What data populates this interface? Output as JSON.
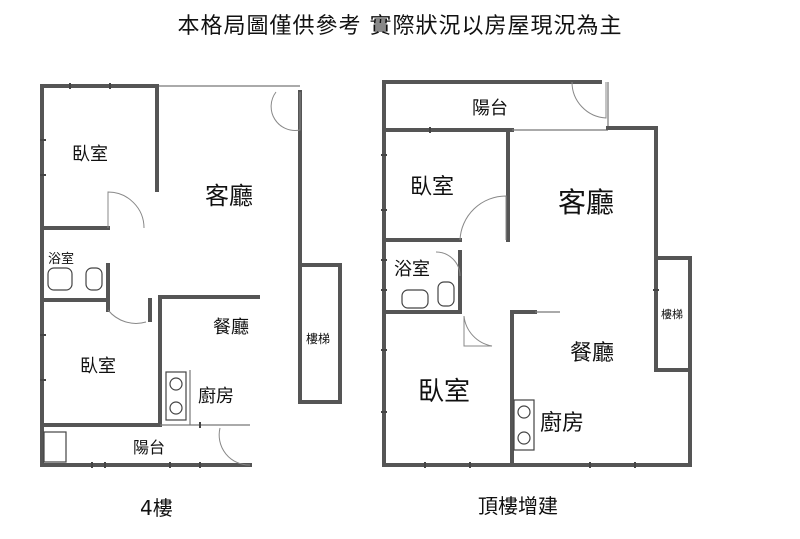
{
  "title": "本格局圖僅供參考  實際狀況以房屋現況為主",
  "floor1": {
    "caption": "4樓",
    "rooms": {
      "bedroom_top": "臥室",
      "living": "客廳",
      "bath": "浴室",
      "dining": "餐廳",
      "stairs": "樓梯",
      "bedroom_bottom": "臥室",
      "kitchen": "廚房",
      "balcony": "陽台"
    }
  },
  "floor2": {
    "caption": "頂樓增建",
    "rooms": {
      "balcony": "陽台",
      "bedroom_top": "臥室",
      "living": "客廳",
      "bath": "浴室",
      "stairs": "樓梯",
      "dining": "餐廳",
      "bedroom_bottom": "臥室",
      "kitchen": "廚房"
    }
  }
}
